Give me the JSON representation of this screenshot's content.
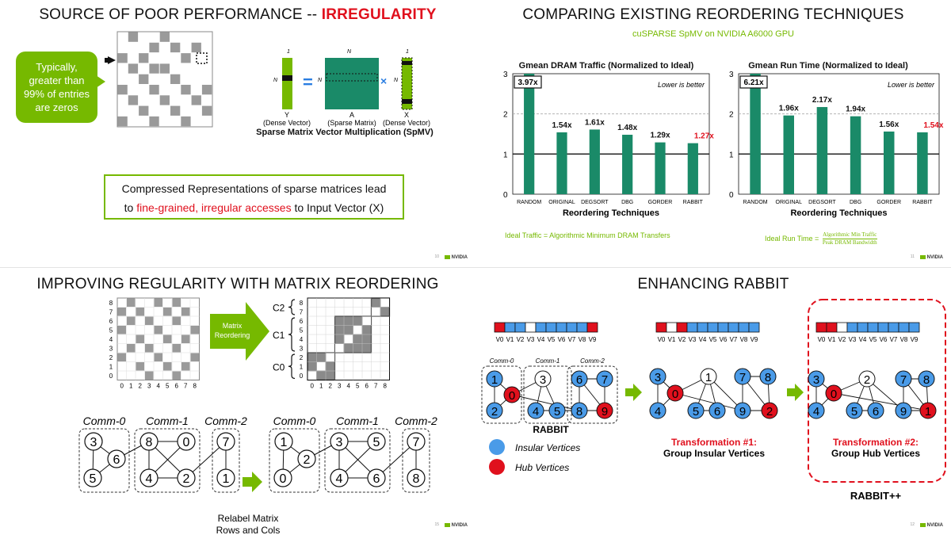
{
  "q1": {
    "title_black": "SOURCE OF POOR PERFORMANCE --",
    "title_red": "IRREGULARITY",
    "bubble": "Typically, greater than 99% of entries are zeros",
    "eq": {
      "one_top": "1",
      "n_top": "N",
      "one_top2": "1",
      "n_left": "N",
      "n_left2": "N",
      "n_left3": "N",
      "y_label": "Y",
      "y_sub": "(Dense Vector)",
      "a_label": "A",
      "a_sub": "(Sparse Matrix)",
      "x_label": "X",
      "x_sub": "(Dense Vector)",
      "equals": "=",
      "times": "×"
    },
    "spmv_caption": "Sparse Matrix Vector Multiplication (SpMV)",
    "box_line1": "Compressed Representations of sparse matrices lead",
    "box_line2_pre": "to ",
    "box_line2_red": "fine-grained, irregular accesses",
    "box_line2_post": " to Input Vector (X)",
    "page": "10"
  },
  "q2": {
    "title": "COMPARING EXISTING REORDERING TECHNIQUES",
    "subtitle": "cuSPARSE SpMV on NVIDIA A6000 GPU",
    "chart_data": [
      {
        "type": "bar",
        "title": "Gmean DRAM Traffic (Normalized to Ideal)",
        "xlabel": "Reordering Techniques",
        "ylabel": "",
        "categories": [
          "RANDOM",
          "ORIGINAL",
          "DEGSORT",
          "DBG",
          "GORDER",
          "RABBIT"
        ],
        "values": [
          3.97,
          1.54,
          1.61,
          1.48,
          1.29,
          1.27
        ],
        "labels": [
          "3.97x",
          "1.54x",
          "1.61x",
          "1.48x",
          "1.29x",
          "1.27x"
        ],
        "highlight_index": 5,
        "ylim": [
          0,
          3
        ],
        "yticks": [
          "0",
          "1",
          "2",
          "3"
        ],
        "annotation": "Lower is better",
        "bar_color": "#1a8a68",
        "highlight_color": "#e0101d"
      },
      {
        "type": "bar",
        "title": "Gmean Run Time (Normalized to Ideal)",
        "xlabel": "Reordering Techniques",
        "ylabel": "",
        "categories": [
          "RANDOM",
          "ORIGINAL",
          "DEGSORT",
          "DBG",
          "GORDER",
          "RABBIT"
        ],
        "values": [
          6.21,
          1.96,
          2.17,
          1.94,
          1.56,
          1.54
        ],
        "labels": [
          "6.21x",
          "1.96x",
          "2.17x",
          "1.94x",
          "1.56x",
          "1.54x"
        ],
        "highlight_index": 5,
        "ylim": [
          0,
          3
        ],
        "yticks": [
          "0",
          "1",
          "2",
          "3"
        ],
        "annotation": "Lower is better",
        "bar_color": "#1a8a68",
        "highlight_color": "#e0101d"
      }
    ],
    "note_left": "Ideal Traffic  = Algorithmic Minimum DRAM Transfers",
    "note_right_pre": "Ideal Run Time =",
    "note_right_num": "Algorithmic Min Traffic",
    "note_right_den": "Peak DRAM Bandwidth",
    "page": "11"
  },
  "q3": {
    "title": "IMPROVING REGULARITY WITH MATRIX REORDERING",
    "arrow_label_1": "Matrix",
    "arrow_label_2": "Reordering",
    "row_ticks": [
      "8",
      "7",
      "6",
      "5",
      "4",
      "3",
      "2",
      "1",
      "0"
    ],
    "col_ticks": [
      "0",
      "1",
      "2",
      "3",
      "4",
      "5",
      "6",
      "7",
      "8"
    ],
    "comm_labels_right": [
      "C2",
      "C1",
      "C0"
    ],
    "comm_left": [
      "Comm-0",
      "Comm-1",
      "Comm-2"
    ],
    "comm_right": [
      "Comm-0",
      "Comm-1",
      "Comm-2"
    ],
    "nodes_left": [
      "3",
      "6",
      "5",
      "8",
      "0",
      "4",
      "2",
      "7",
      "1"
    ],
    "nodes_right": [
      "1",
      "2",
      "0",
      "3",
      "5",
      "4",
      "6",
      "7",
      "8"
    ],
    "relabel_1": "Relabel Matrix",
    "relabel_2": "Rows and Cols",
    "page": "15"
  },
  "q4": {
    "title": "ENHANCING RABBIT",
    "vlabels": [
      "V0",
      "V1",
      "V2",
      "V3",
      "V4",
      "V5",
      "V6",
      "V7",
      "V8",
      "V9"
    ],
    "comm_labels": [
      "Comm-0",
      "Comm-1",
      "Comm-2"
    ],
    "rabbit_label": "RABBIT",
    "legend_insular": "Insular Vertices",
    "legend_hub": "Hub Vertices",
    "g1_nodes": [
      "1",
      "0",
      "2",
      "3",
      "4",
      "5",
      "6",
      "7",
      "8",
      "9"
    ],
    "g2_nodes": [
      "3",
      "0",
      "4",
      "1",
      "5",
      "6",
      "7",
      "8",
      "9",
      "2"
    ],
    "g3_nodes": [
      "3",
      "0",
      "4",
      "2",
      "5",
      "6",
      "7",
      "8",
      "9",
      "1"
    ],
    "t1_red": "Transformation #1:",
    "t1_black": "Group Insular Vertices",
    "t2_red": "Transformation #2:",
    "t2_black": "Group Hub Vertices",
    "rabbitpp": "RABBIT++",
    "page": "12"
  },
  "logo_text": "NVIDIA",
  "colors": {
    "green": "#76b900",
    "teal": "#1a8a68",
    "red": "#e0101d",
    "blue": "#4a9be8",
    "gray": "#999999"
  }
}
